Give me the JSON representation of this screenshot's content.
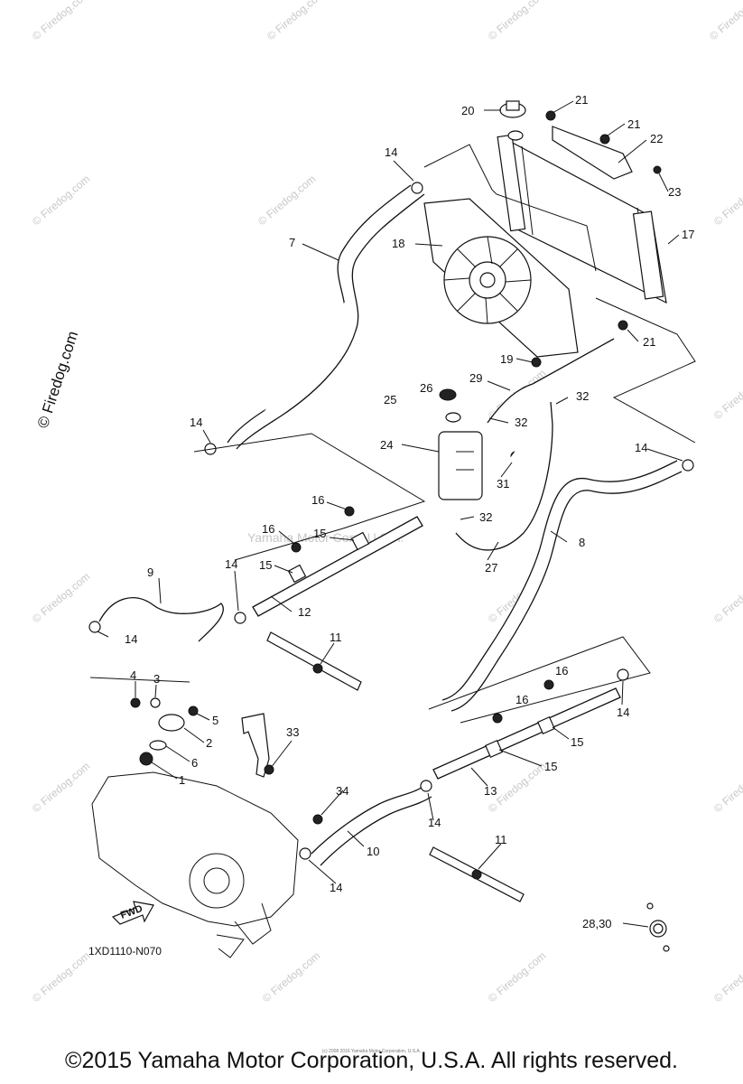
{
  "diagram": {
    "diagram_code": "1XD1110-N070",
    "fwd_label": "FWD",
    "center_watermark": "Yamaha Motor Corp, U.S.A.",
    "watermark": "© Firedog.com",
    "side_watermark": "© Firedog.com",
    "footer_note": "(c) 2008 2016 Yamaha Motor Corporation, U.S.A.",
    "copyright": "©2015 Yamaha Motor Corporation, U.S.A. All rights reserved.",
    "callouts": {
      "c20": "20",
      "c21a": "21",
      "c21b": "21",
      "c22": "22",
      "c23": "23",
      "c17": "17",
      "c14a": "14",
      "c18": "18",
      "c7": "7",
      "c21c": "21",
      "c19": "19",
      "c29": "29",
      "c32a": "32",
      "c25": "25",
      "c26": "26",
      "c32b": "32",
      "c14b": "14",
      "c24": "24",
      "c31": "31",
      "c14c": "14",
      "c32c": "32",
      "c16a": "16",
      "c16b": "16",
      "c15a": "15",
      "c15b": "15",
      "c8": "8",
      "c27": "27",
      "c9": "9",
      "c14d": "14",
      "c12": "12",
      "c14e": "14",
      "c11a": "11",
      "c4": "4",
      "c3": "3",
      "c5": "5",
      "c2": "2",
      "c16c": "16",
      "c16d": "16",
      "c14f": "14",
      "c6": "6",
      "c1": "1",
      "c33": "33",
      "c15c": "15",
      "c15d": "15",
      "c13": "13",
      "c34": "34",
      "c10": "10",
      "c14g": "14",
      "c14h": "14",
      "c11b": "11",
      "c28_30": "28,30"
    }
  }
}
